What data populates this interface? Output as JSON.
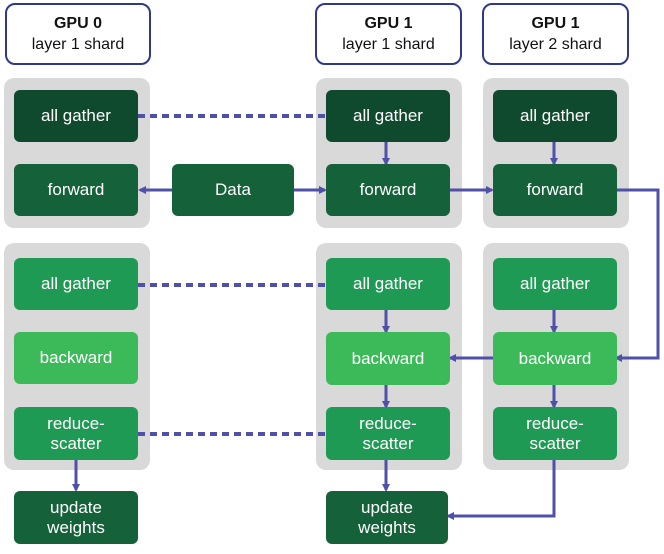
{
  "headers": [
    {
      "gpu": "GPU 0",
      "shard": "layer 1 shard"
    },
    {
      "gpu": "GPU 1",
      "shard": "layer 1 shard"
    },
    {
      "gpu": "GPU 1",
      "shard": "layer 2 shard"
    }
  ],
  "labels": {
    "all_gather": "all gather",
    "forward": "forward",
    "data": "Data",
    "backward": "backward",
    "reduce_scatter": "reduce-\nscatter",
    "update_weights": "update\nweights"
  },
  "colors": {
    "header_border": "#2e3a87",
    "arrow": "#5050a8",
    "panel": "#d9d9d9",
    "fwd_dark": "#0f4a2e",
    "fwd_mid": "#14613a",
    "bwd_green": "#1f9a54",
    "bwd_bright": "#3cba5a"
  }
}
